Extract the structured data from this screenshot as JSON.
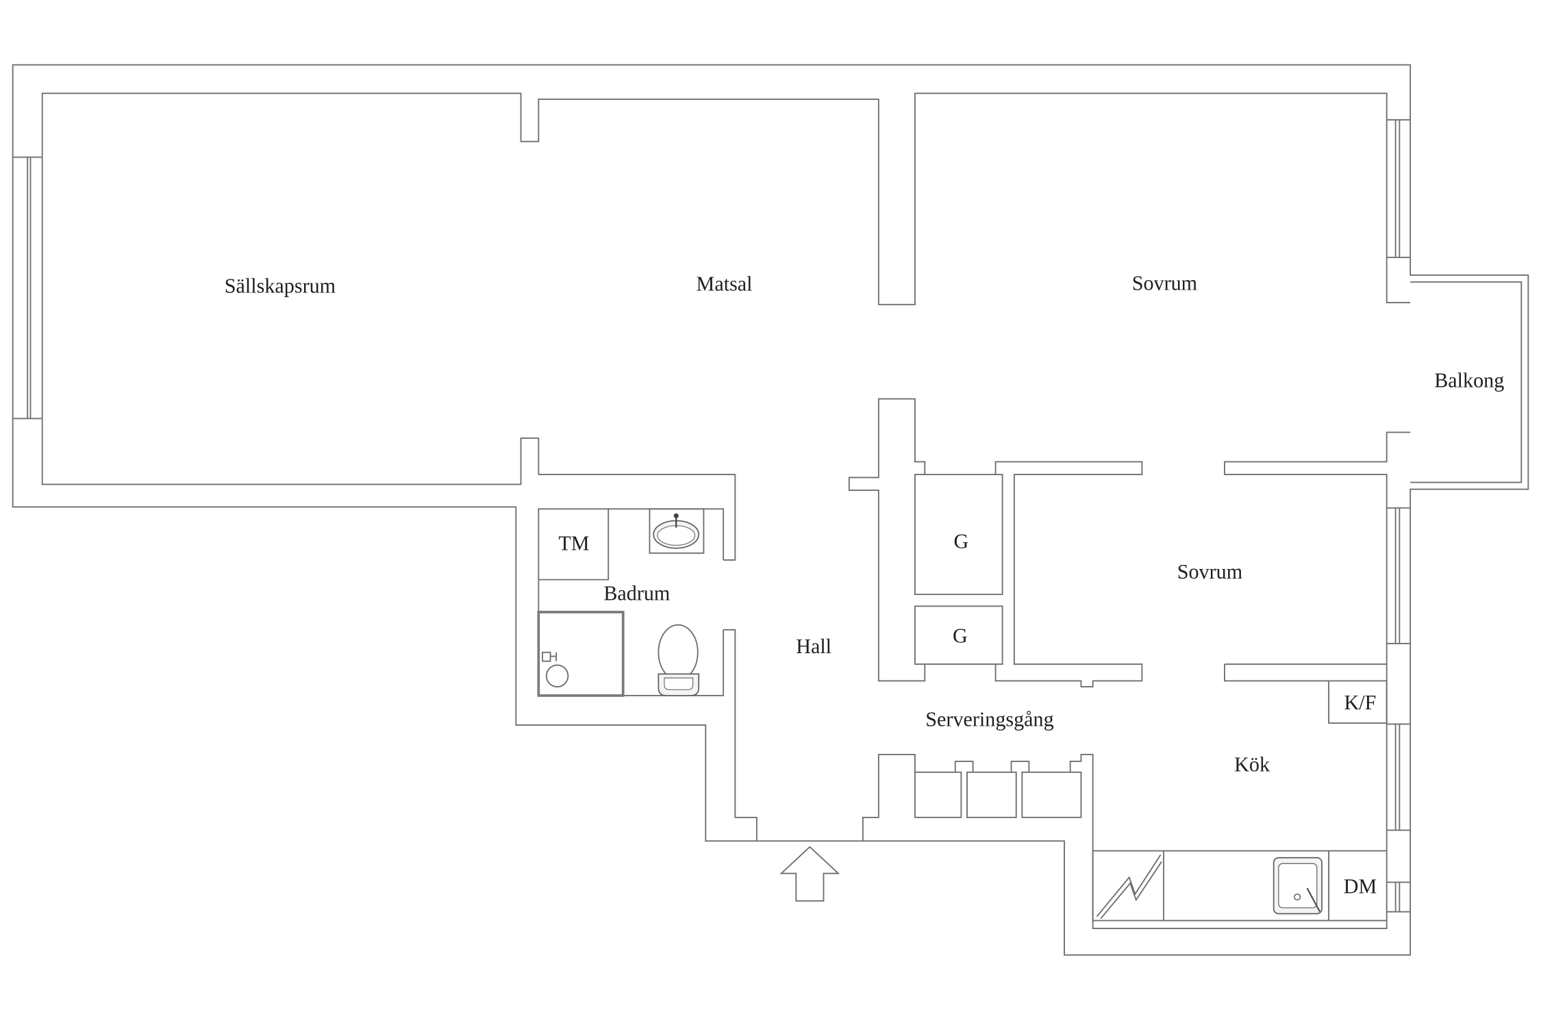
{
  "colors": {
    "background": "#ffffff",
    "wall": "#6f6f6f",
    "text": "#1f1f1f"
  },
  "rooms": {
    "sallskapsrum": "Sällskapsrum",
    "matsal": "Matsal",
    "sovrum_top": "Sovrum",
    "balkong": "Balkong",
    "tm": "TM",
    "badrum": "Badrum",
    "g_upper": "G",
    "g_lower": "G",
    "hall": "Hall",
    "sovrum_lower": "Sovrum",
    "kf": "K/F",
    "serveringsgang": "Serveringsgång",
    "kok": "Kök",
    "dm": "DM"
  },
  "icons": {
    "entrance": "entrance-arrow-icon",
    "washbasin": "washbasin-icon",
    "toilet": "toilet-icon",
    "shower": "shower-icon",
    "stove": "stove-icon",
    "kitchen_sink": "kitchen-sink-icon"
  }
}
